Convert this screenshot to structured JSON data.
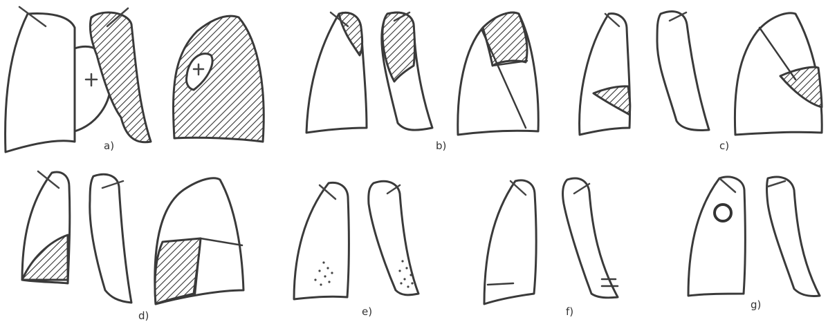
{
  "figure": {
    "panels": [
      {
        "id": "a",
        "label": "a)"
      },
      {
        "id": "b",
        "label": "b)"
      },
      {
        "id": "c",
        "label": "c)"
      },
      {
        "id": "d",
        "label": "d)"
      },
      {
        "id": "e",
        "label": "e)"
      },
      {
        "id": "f",
        "label": "f)"
      },
      {
        "id": "g",
        "label": "g)"
      }
    ]
  }
}
